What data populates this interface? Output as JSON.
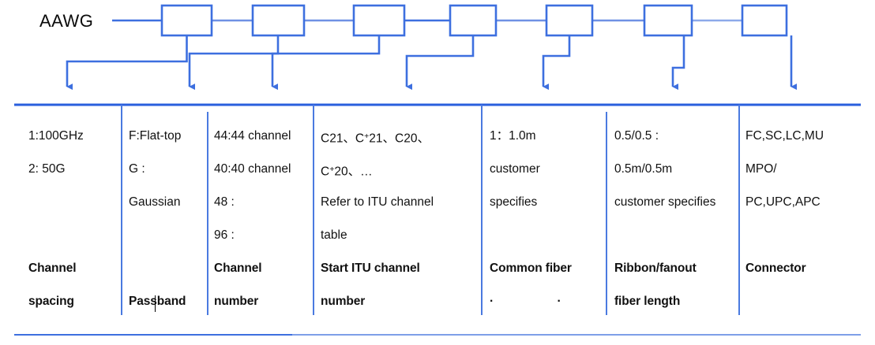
{
  "diagram": {
    "label": "AAWG",
    "node_count": 7,
    "line_color": "#3d6fdf",
    "label_color": "#0b0b0b"
  },
  "table": {
    "border_color": "#3d6fdf",
    "columns": [
      {
        "name": "channel-spacing",
        "values": [
          "1:100GHz",
          "2: 50G"
        ],
        "heading": [
          "Channel",
          "spacing"
        ]
      },
      {
        "name": "passband",
        "values": [
          "F:Flat-top",
          "G :",
          "Gaussian"
        ],
        "heading": [
          "",
          "Passband"
        ]
      },
      {
        "name": "channel-number",
        "values": [
          "44:44 channel",
          "40:40 channel",
          "48 :",
          "96 :"
        ],
        "heading": [
          "Channel",
          "number"
        ]
      },
      {
        "name": "start-itu-channel-number",
        "values_html": [
          "C21、C<sup>+</sup>21、C20、",
          "C<sup>+</sup>20、…",
          "Refer to ITU channel",
          "table"
        ],
        "heading": [
          "Start ITU channel",
          "number"
        ]
      },
      {
        "name": "common-fiber",
        "values": [
          "1：1.0m",
          "customer",
          "specifies"
        ],
        "heading": [
          "Common fiber",
          "· ·"
        ]
      },
      {
        "name": "ribbon-fanout-fiber-length",
        "values": [
          "0.5/0.5 :",
          "0.5m/0.5m",
          "customer specifies"
        ],
        "heading": [
          "Ribbon/fanout",
          "fiber length"
        ]
      },
      {
        "name": "connector",
        "values": [
          "FC,SC,LC,MU",
          "MPO/",
          "PC,UPC,APC"
        ],
        "heading": [
          "Connector",
          ""
        ]
      }
    ]
  }
}
